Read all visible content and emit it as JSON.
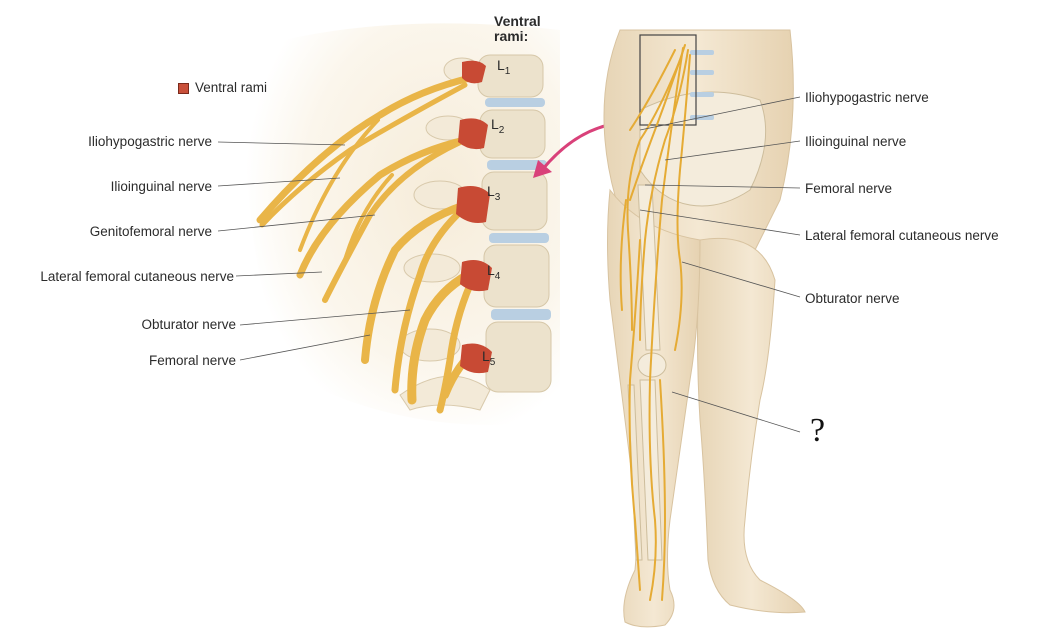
{
  "legend": {
    "label": "Ventral rami",
    "color": "#c9503a"
  },
  "header": {
    "line1": "Ventral",
    "line2": "rami:"
  },
  "vertebrae": [
    "L",
    "1",
    "L",
    "2",
    "L",
    "3",
    "L",
    "4",
    "L",
    "5"
  ],
  "left_labels": {
    "iliohypogastric": "Iliohypogastric nerve",
    "ilioinguinal": "Ilioinguinal nerve",
    "genitofemoral": "Genitofemoral nerve",
    "lateral_femoral_cutaneous": "Lateral femoral cutaneous nerve",
    "obturator": "Obturator nerve",
    "femoral": "Femoral nerve"
  },
  "right_labels": {
    "iliohypogastric": "Iliohypogastric nerve",
    "ilioinguinal": "Ilioinguinal nerve",
    "femoral": "Femoral nerve",
    "lateral_femoral_cutaneous": "Lateral femoral cutaneous nerve",
    "obturator": "Obturator nerve",
    "unknown": "?"
  },
  "colors": {
    "nerve": "#e9b548",
    "nerve_dark": "#c98f22",
    "root": "#c84a34",
    "bone": "#efe4cf",
    "skin": "#efe0c6",
    "disc": "#b9cfe2",
    "arrow": "#d9417a"
  }
}
